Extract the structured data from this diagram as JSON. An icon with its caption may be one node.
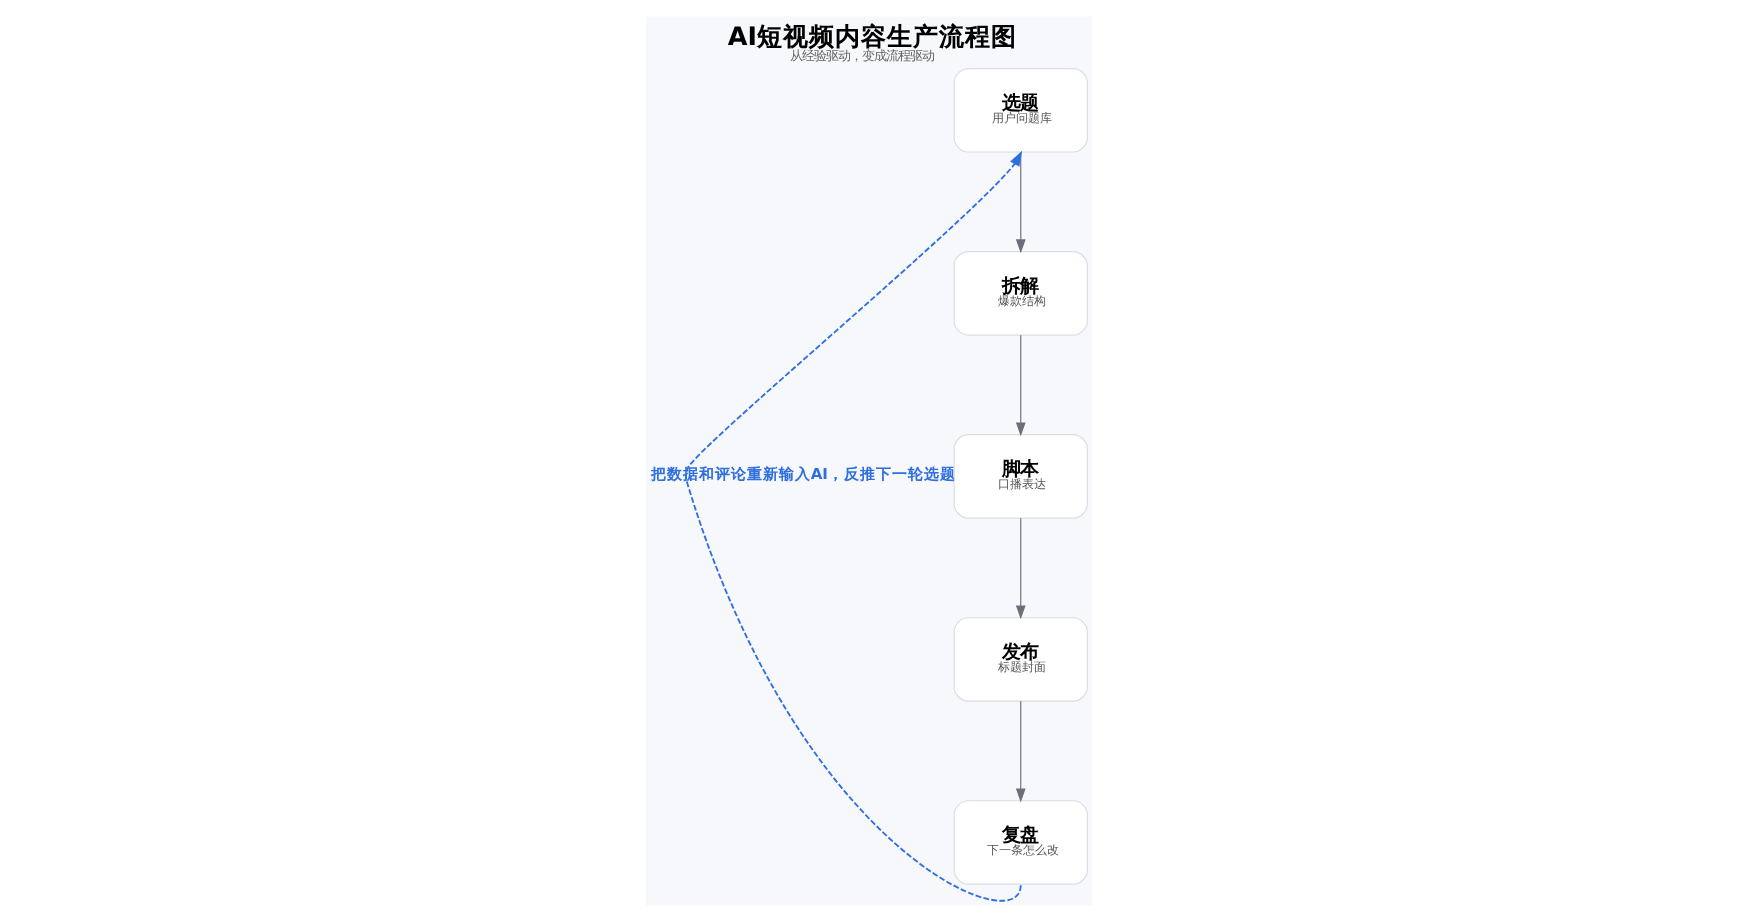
{
  "diagram": {
    "title": "AI短视频内容生产流程图",
    "caption": "从经验驱动，变成流程驱动",
    "nodes": [
      {
        "text": [
          "选题",
          "用户问题库"
        ]
      },
      {
        "text": [
          "拆解",
          "爆款结构"
        ]
      },
      {
        "text": [
          "脚本",
          "口播表达"
        ]
      },
      {
        "text": [
          "发布",
          "标题封面"
        ]
      },
      {
        "text": [
          "复盘",
          "下一条怎么改"
        ]
      }
    ],
    "edges": [
      {
        "from": 0,
        "to": 1,
        "arrow": "to"
      },
      {
        "from": 1,
        "to": 2,
        "arrow": "to"
      },
      {
        "from": 2,
        "to": 3,
        "arrow": "to"
      },
      {
        "from": 3,
        "to": 4,
        "arrow": "to"
      },
      {
        "from": 4,
        "to": 0,
        "arrow": "to",
        "style": "dashed",
        "color": "#2f6fdf",
        "label": "把数据和评论重新输入AI，反推下一轮选题"
      }
    ]
  }
}
